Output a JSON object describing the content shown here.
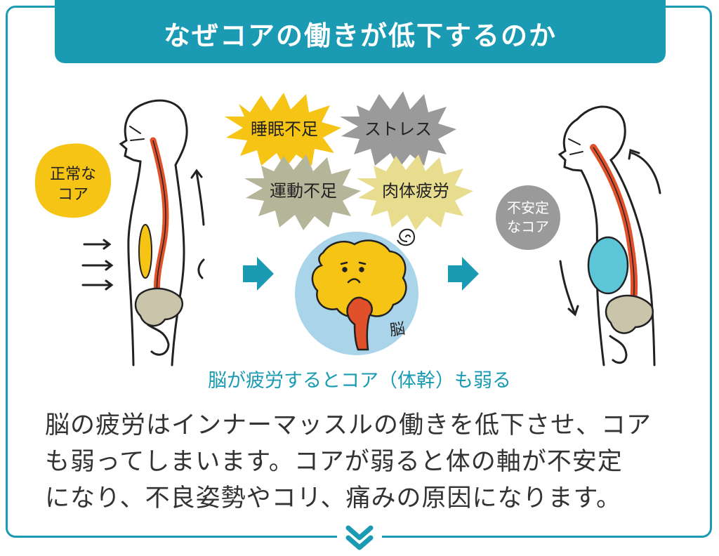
{
  "title": "なぜコアの働きが低下するのか",
  "labels": {
    "normal_core_line1": "正常な",
    "normal_core_line2": "コア",
    "unstable_core_line1": "不安定",
    "unstable_core_line2": "なコア",
    "brain_label": "脳"
  },
  "causes": [
    {
      "label": "睡眠不足",
      "color": "#f5c414"
    },
    {
      "label": "ストレス",
      "color": "#9a9a9a"
    },
    {
      "label": "運動不足",
      "color": "#b5b59a"
    },
    {
      "label": "肉体疲労",
      "color": "#e8dc8e"
    }
  ],
  "caption": "脳が疲労するとコア（体幹）も弱る",
  "body_lines": [
    "脳の疲労はインナーマッスルの働きを低下させ、コア",
    "も弱ってしまいます。コアが弱ると体の軸が不安定",
    "になり、不良姿勢やコリ、痛みの原因になります。"
  ],
  "colors": {
    "accent": "#1a9bb3",
    "spine": "#e0502a",
    "normal_core": "#f5c414",
    "unstable_core": "#5cc5d8",
    "pelvis": "#c9c4aa",
    "brain": "#f5c414",
    "brain_bg": "#a9d4ea"
  }
}
